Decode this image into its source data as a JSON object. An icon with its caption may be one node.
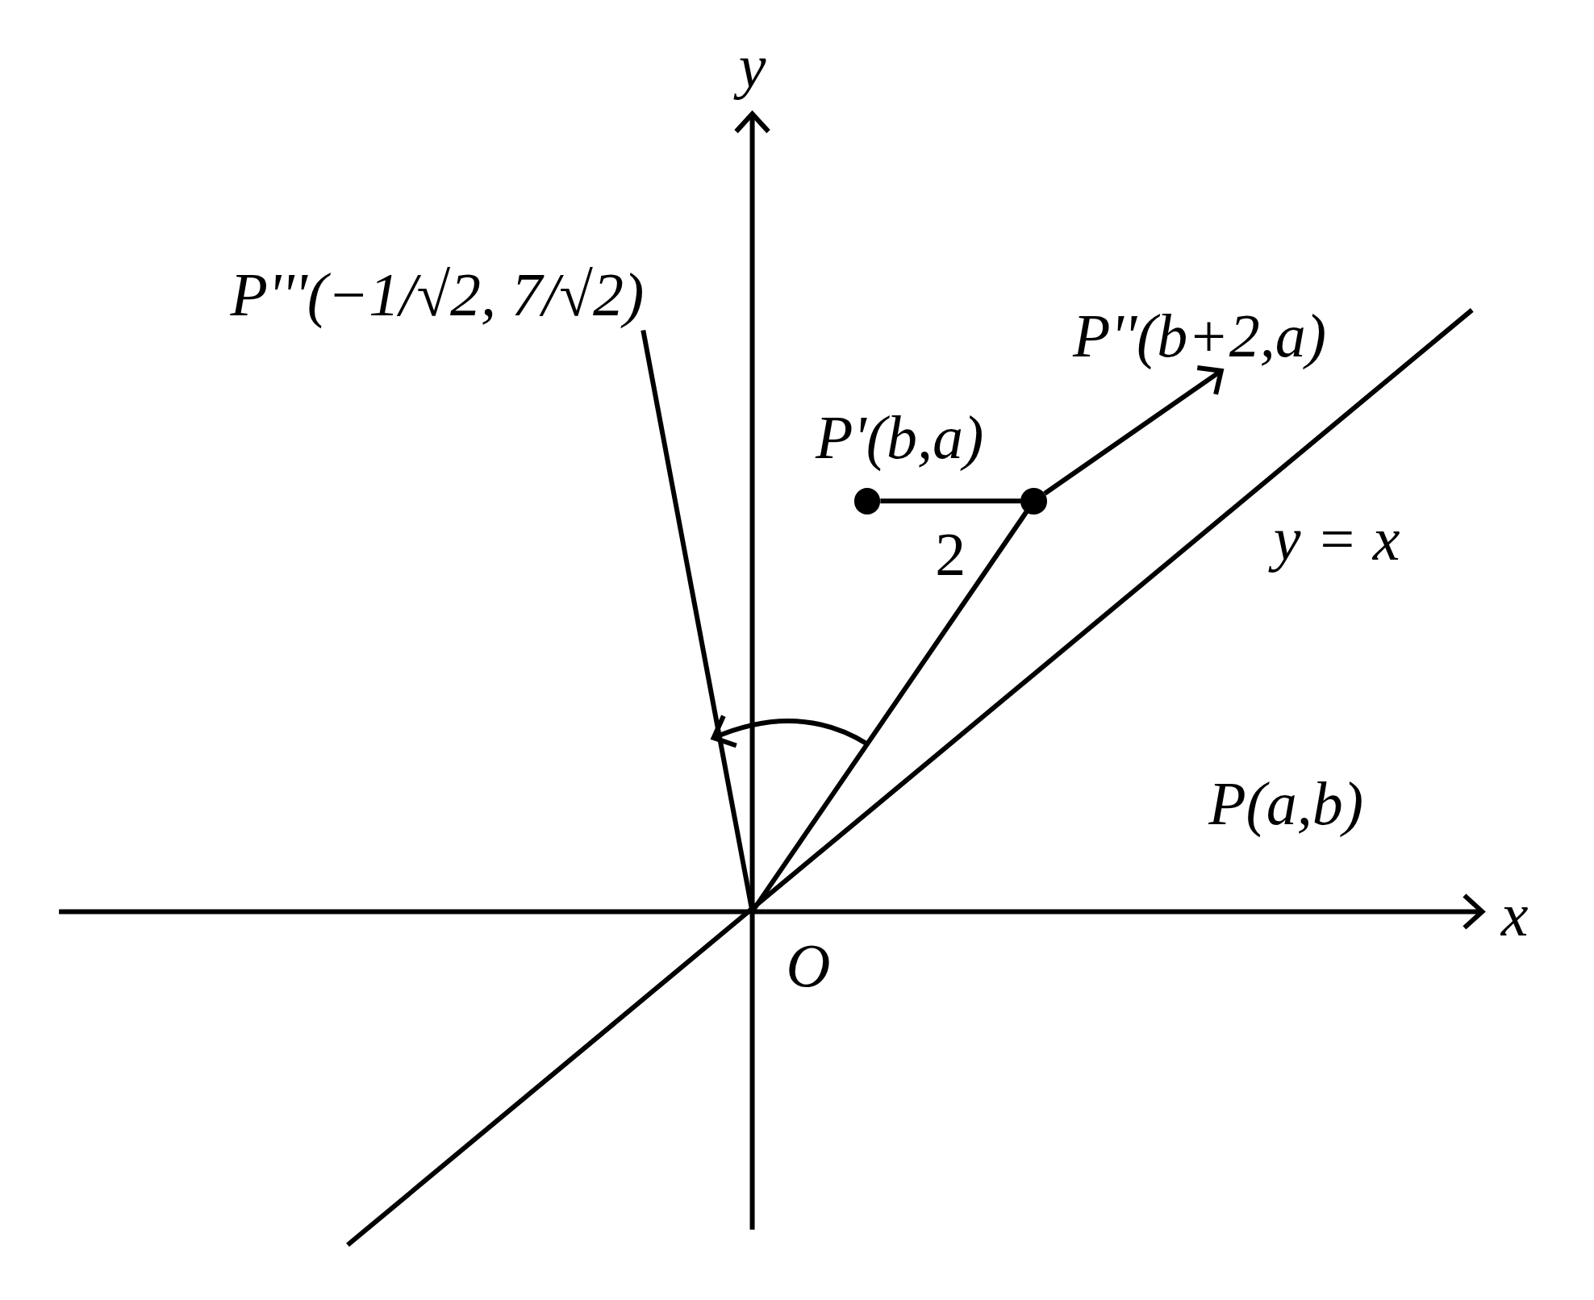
{
  "diagram": {
    "nodes": [
      {
        "text": [
          "P'(b,a)"
        ]
      },
      {
        "text": [],
        "shape": "circle"
      },
      {
        "text": [],
        "shape": "circle"
      },
      {
        "text": [
          "P''(b+2,a)"
        ]
      },
      {
        "text": [
          "P'''(−1/√2, 7/√2)"
        ]
      }
    ],
    "edges": [
      {
        "from": 1,
        "to": 2,
        "arrow": "none",
        "label": "2"
      },
      {
        "from": 2,
        "to": 3,
        "arrow": "to"
      },
      {
        "from": null,
        "to": 2,
        "arrow": "none"
      },
      {
        "from": null,
        "to": 4,
        "arrow": "none"
      }
    ],
    "labels": [
      "y",
      "x",
      "y = x",
      "P(a,b)",
      "O"
    ]
  }
}
